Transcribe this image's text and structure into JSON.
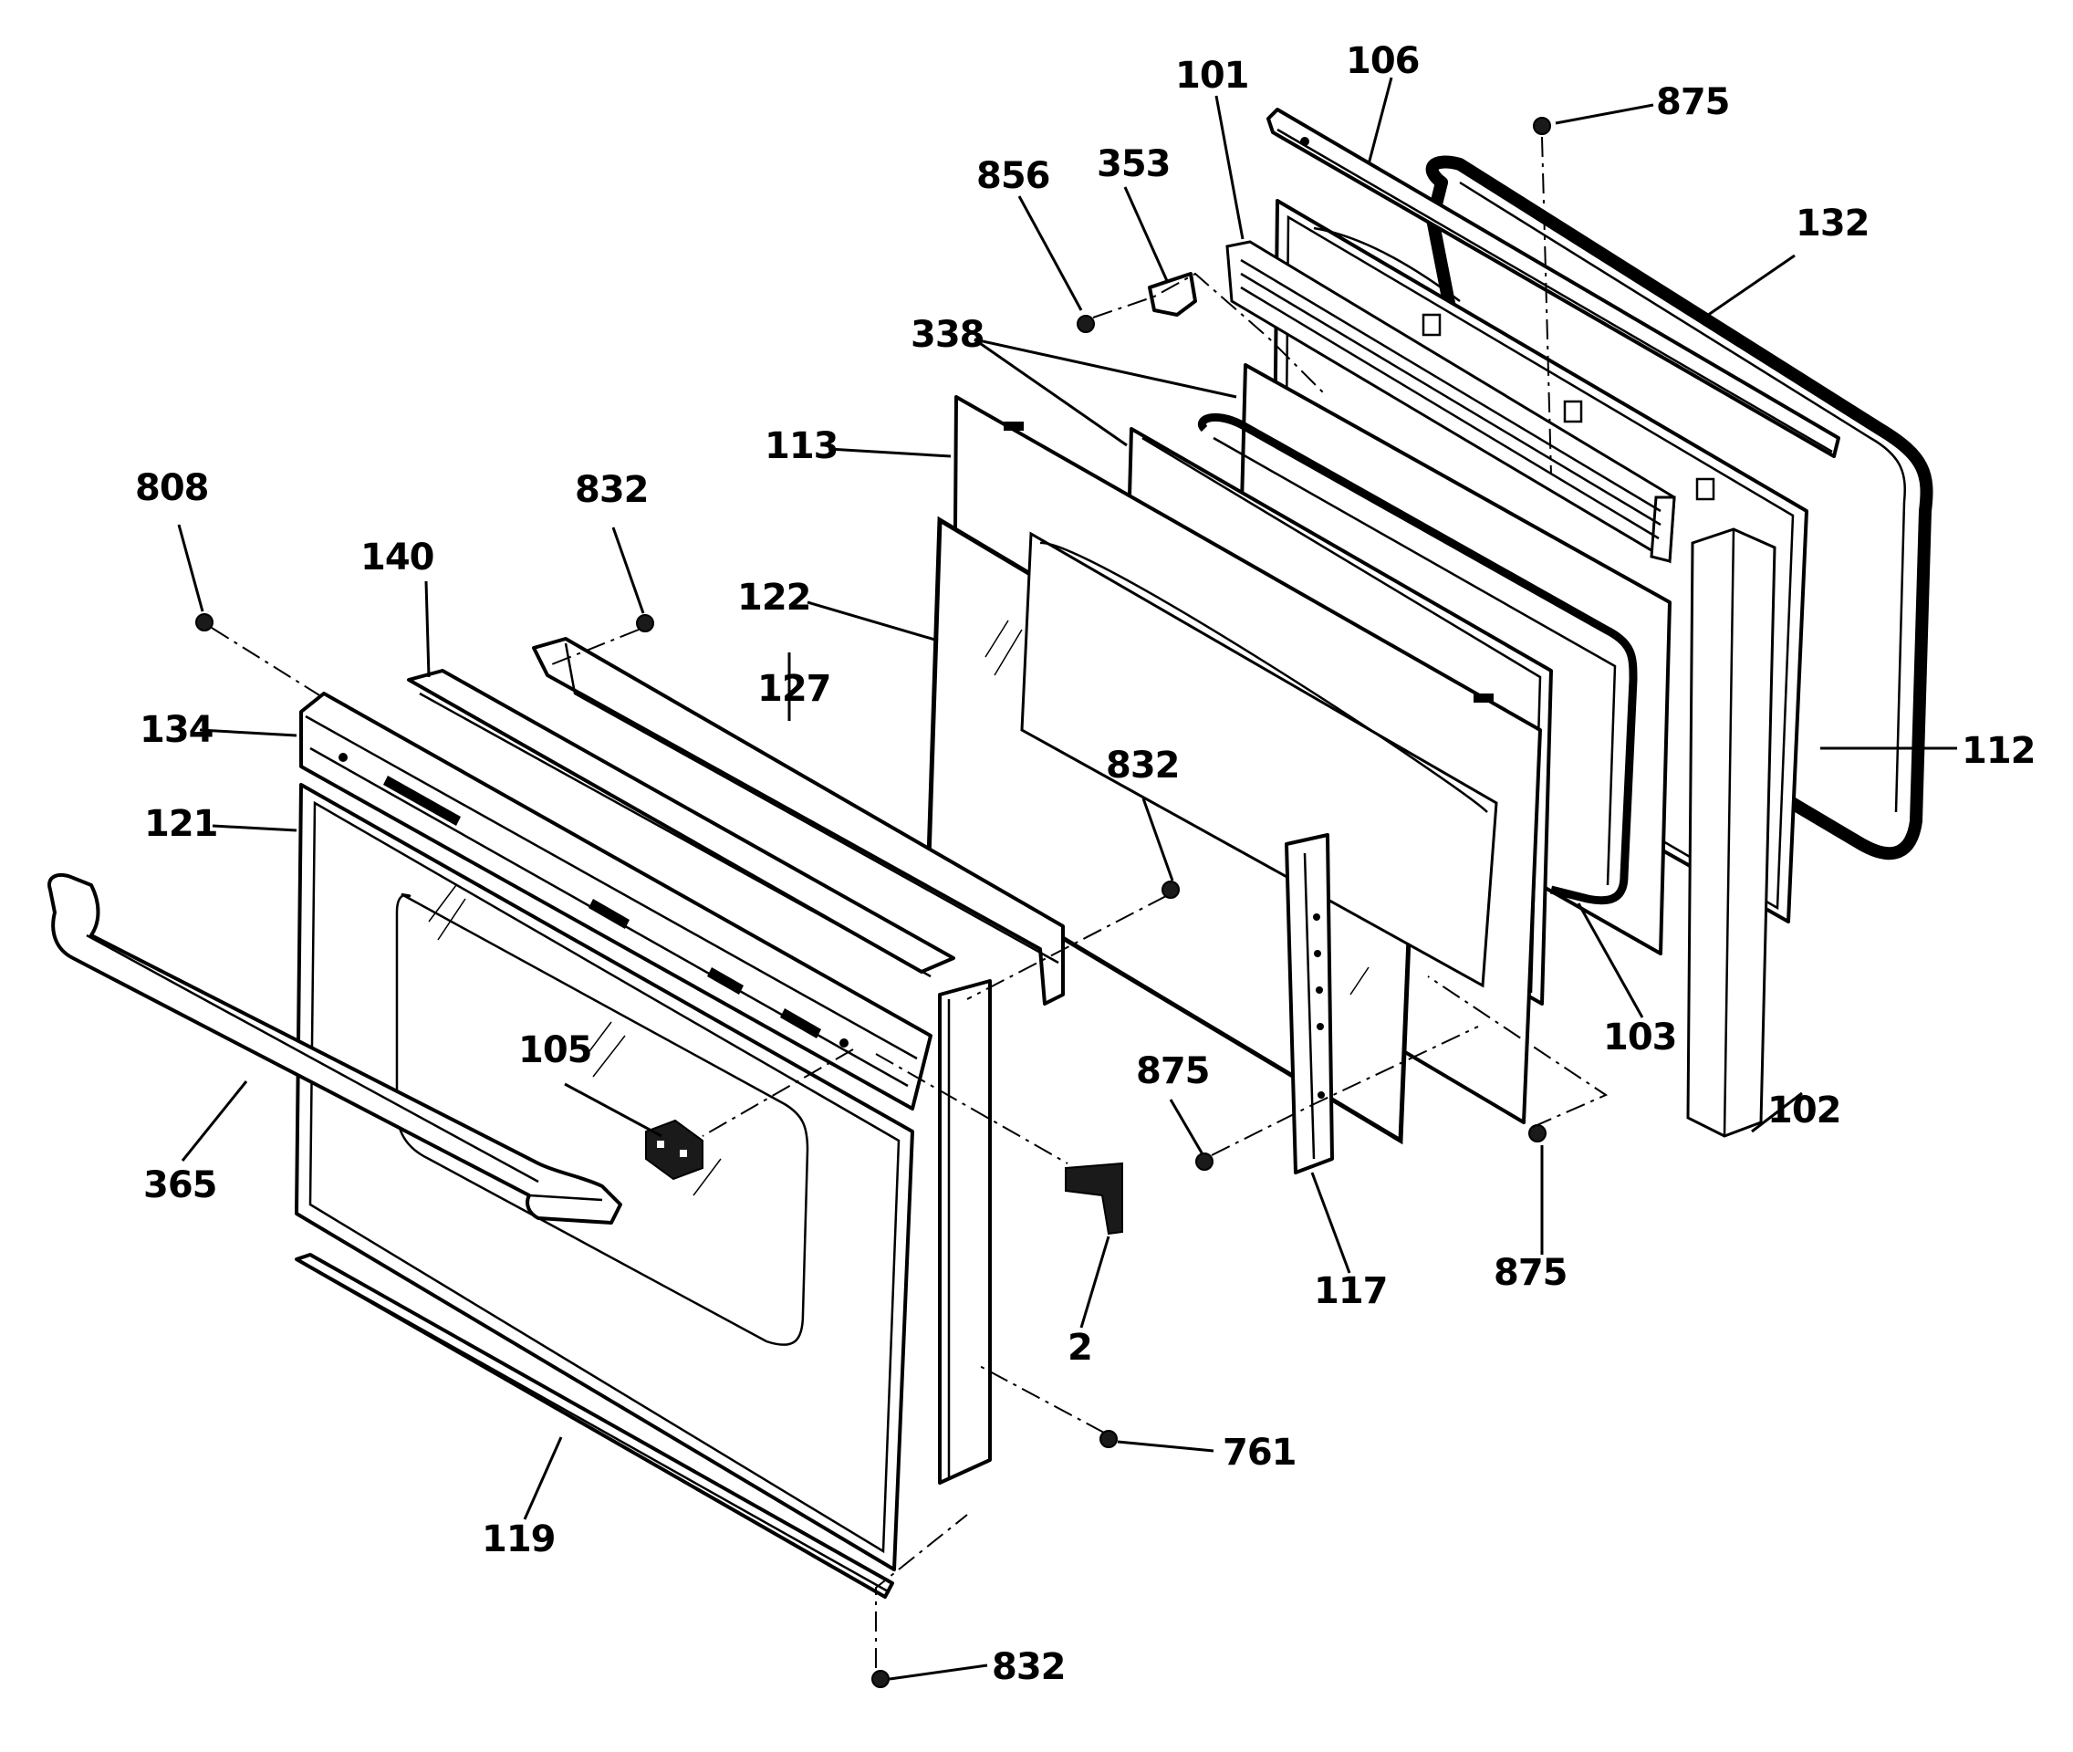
{
  "parts": [
    {
      "id": "101",
      "label": "101"
    },
    {
      "id": "106",
      "label": "106"
    },
    {
      "id": "875_top",
      "label": "875"
    },
    {
      "id": "856",
      "label": "856"
    },
    {
      "id": "353",
      "label": "353"
    },
    {
      "id": "132",
      "label": "132"
    },
    {
      "id": "338",
      "label": "338"
    },
    {
      "id": "113",
      "label": "113"
    },
    {
      "id": "808",
      "label": "808"
    },
    {
      "id": "832_top",
      "label": "832"
    },
    {
      "id": "140",
      "label": "140"
    },
    {
      "id": "122",
      "label": "122"
    },
    {
      "id": "127",
      "label": "127"
    },
    {
      "id": "134",
      "label": "134"
    },
    {
      "id": "112",
      "label": "112"
    },
    {
      "id": "832_mid",
      "label": "832"
    },
    {
      "id": "121",
      "label": "121"
    },
    {
      "id": "103",
      "label": "103"
    },
    {
      "id": "105",
      "label": "105"
    },
    {
      "id": "875_mid",
      "label": "875"
    },
    {
      "id": "102",
      "label": "102"
    },
    {
      "id": "365",
      "label": "365"
    },
    {
      "id": "117",
      "label": "117"
    },
    {
      "id": "875_bot",
      "label": "875"
    },
    {
      "id": "2",
      "label": "2"
    },
    {
      "id": "761",
      "label": "761"
    },
    {
      "id": "119",
      "label": "119"
    },
    {
      "id": "832_bot",
      "label": "832"
    }
  ]
}
